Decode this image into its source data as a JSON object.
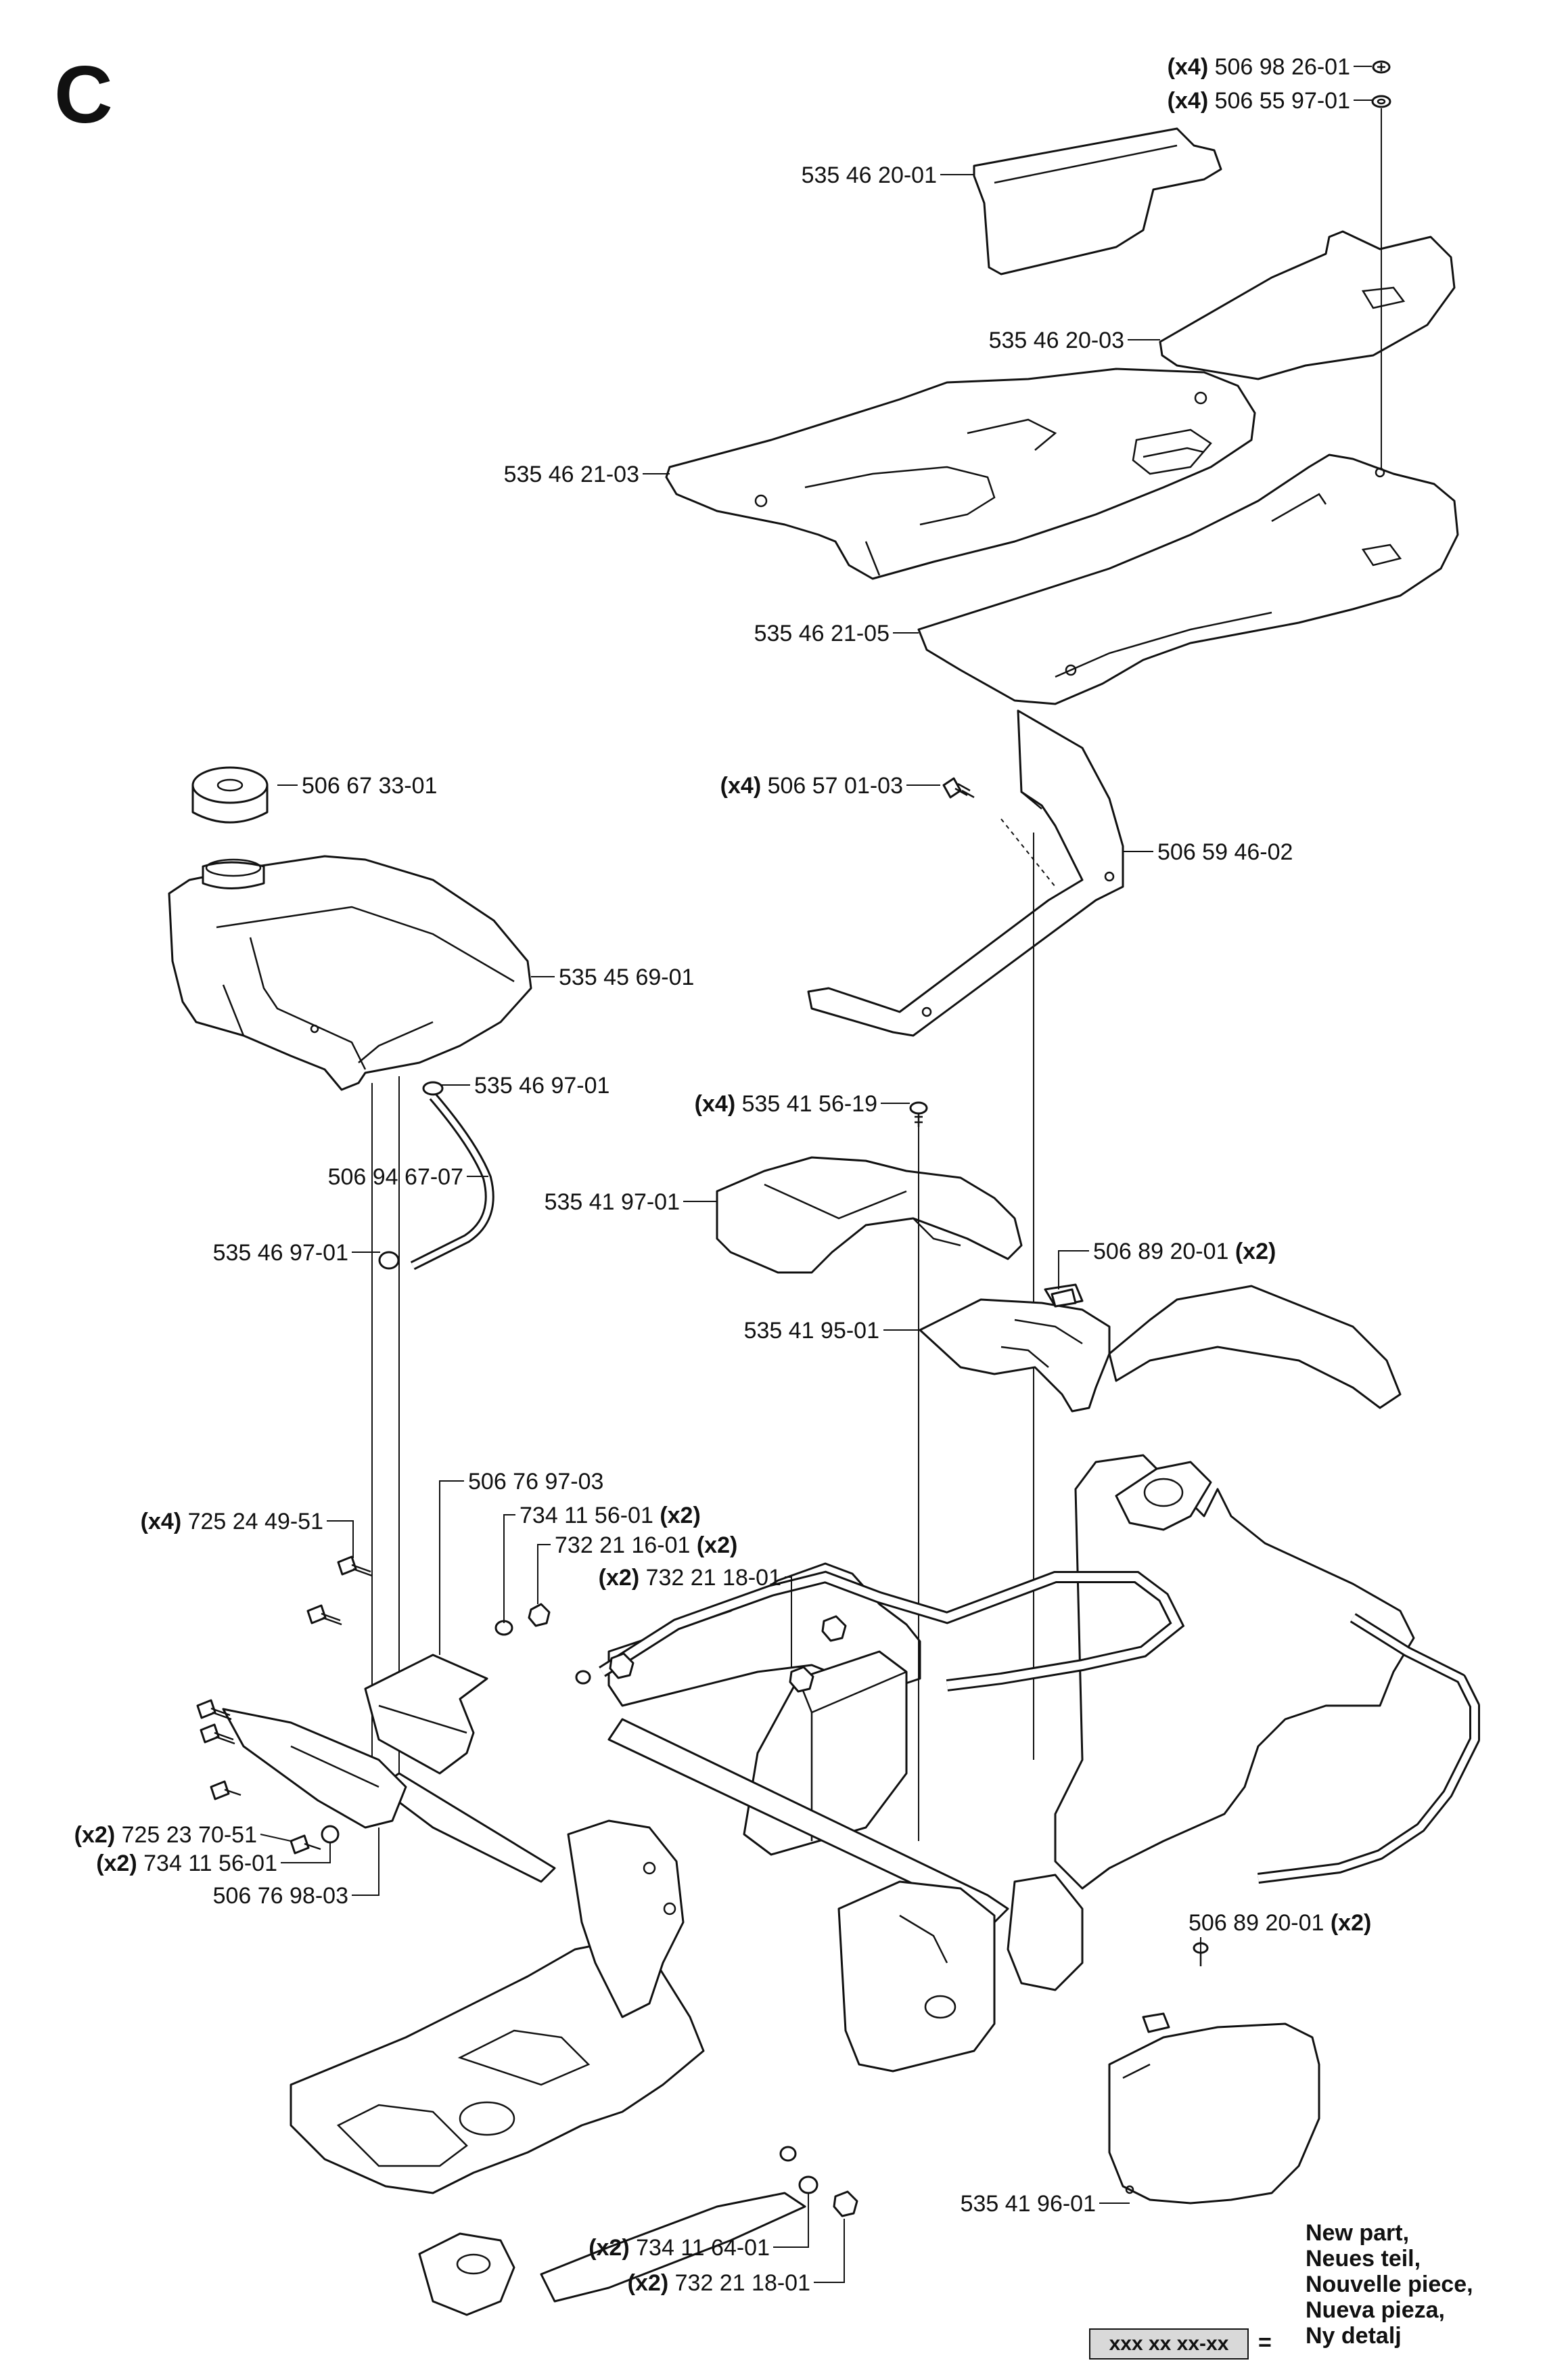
{
  "section_letter": "C",
  "legend": {
    "lines": [
      "New part,",
      "Neues teil,",
      "Nouvelle piece,",
      "Nueva pieza,",
      "Ny detalj"
    ],
    "box_text": "xxx xx xx-xx",
    "equals": "="
  },
  "callouts": [
    {
      "qty": "(x4)",
      "part": "506 98 26-01"
    },
    {
      "qty": "(x4)",
      "part": "506 55 97-01"
    },
    {
      "qty": "",
      "part": "535 46 20-01"
    },
    {
      "qty": "",
      "part": "535 46 20-03"
    },
    {
      "qty": "",
      "part": "535 46 21-03"
    },
    {
      "qty": "",
      "part": "535 46 21-05"
    },
    {
      "qty": "",
      "part": "506 67 33-01"
    },
    {
      "qty": "(x4)",
      "part": "506 57 01-03"
    },
    {
      "qty": "",
      "part": "506 59 46-02"
    },
    {
      "qty": "",
      "part": "535 45 69-01"
    },
    {
      "qty": "",
      "part": "535 46 97-01"
    },
    {
      "qty": "(x4)",
      "part": "535 41 56-19"
    },
    {
      "qty": "",
      "part": "506 94 67-07"
    },
    {
      "qty": "",
      "part": "535 41 97-01"
    },
    {
      "qty": "",
      "part": "535 46 97-01"
    },
    {
      "qty": "(x2)",
      "part": "506 89 20-01"
    },
    {
      "qty": "",
      "part": "535 41 95-01"
    },
    {
      "qty": "",
      "part": "506 76 97-03"
    },
    {
      "qty": "(x2)",
      "part": "734 11 56-01"
    },
    {
      "qty": "(x4)",
      "part": "725 24 49-51"
    },
    {
      "qty": "(x2)",
      "part": "732 21 16-01"
    },
    {
      "qty": "(x2)",
      "part": "732 21 18-01"
    },
    {
      "qty": "(x2)",
      "part": "725 23 70-51"
    },
    {
      "qty": "(x2)",
      "part": "734 11 56-01"
    },
    {
      "qty": "",
      "part": "506 76 98-03"
    },
    {
      "qty": "(x2)",
      "part": "506 89 20-01"
    },
    {
      "qty": "",
      "part": "535 41 96-01"
    },
    {
      "qty": "(x2)",
      "part": "734 11 64-01"
    },
    {
      "qty": "(x2)",
      "part": "732 21 18-01"
    }
  ]
}
